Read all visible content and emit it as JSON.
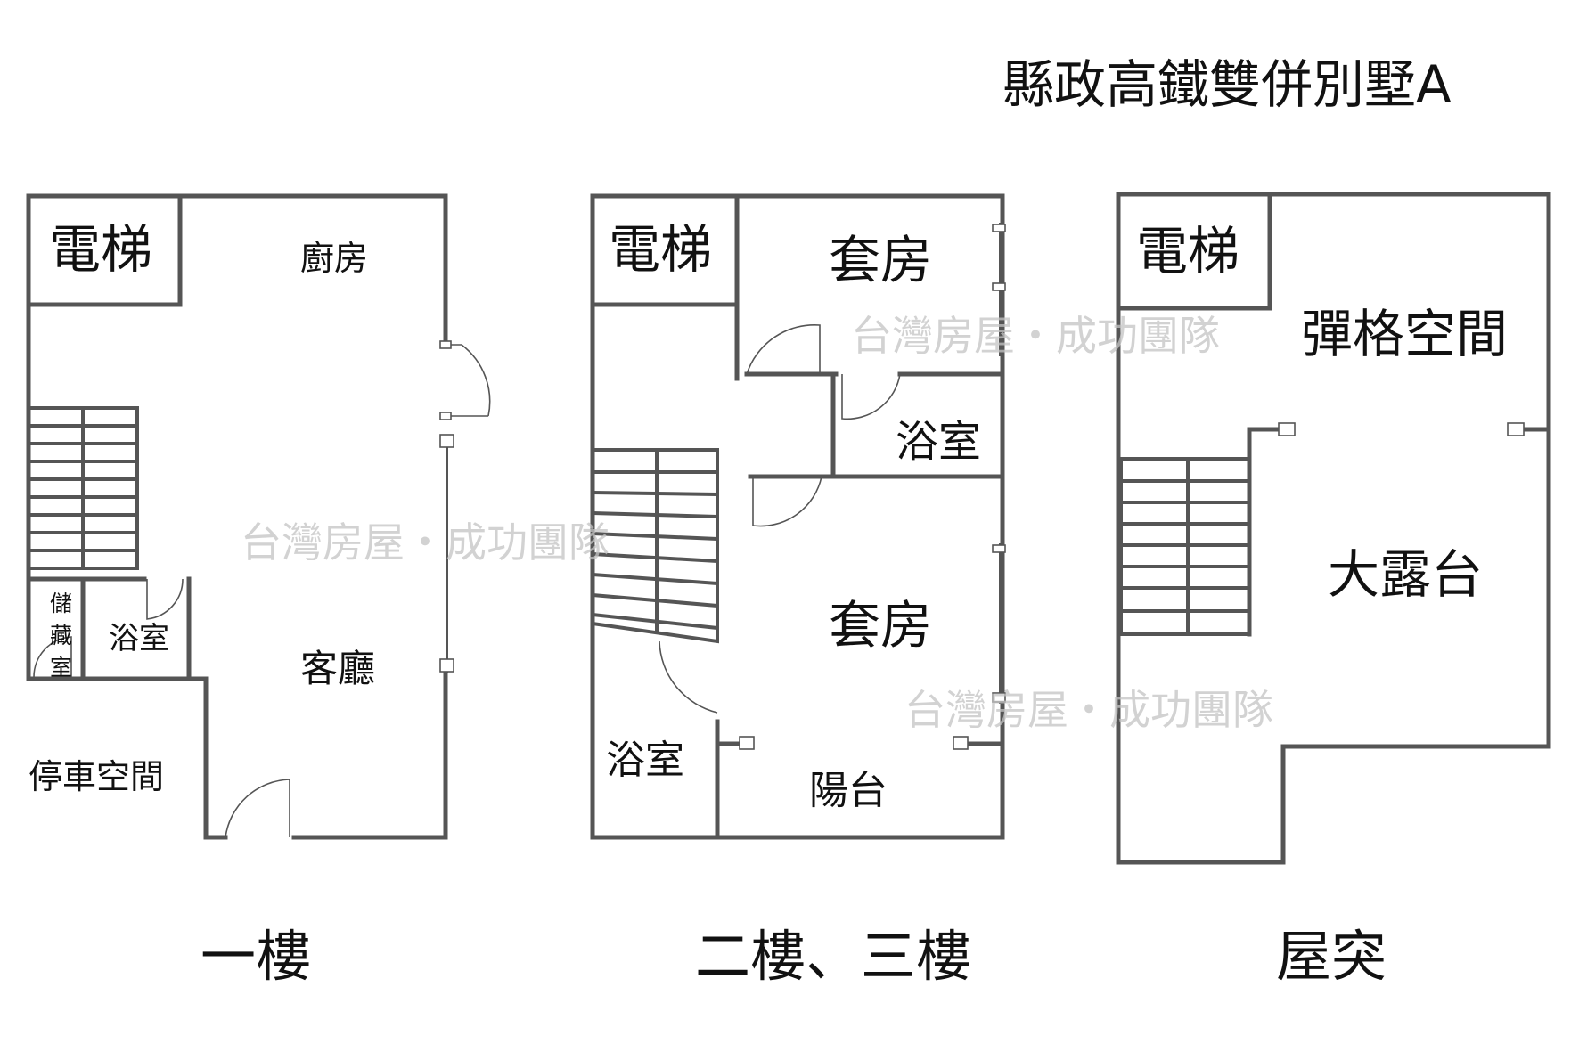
{
  "title": "縣政高鐵雙併別墅A",
  "watermark": "台灣房屋・成功團隊",
  "floor1": {
    "caption": "一樓",
    "elevator": "電梯",
    "kitchen": "廚房",
    "bathroom": "浴室",
    "storage": [
      "儲",
      "藏",
      "室"
    ],
    "living_room": "客廳",
    "parking": "停車空間"
  },
  "floor2": {
    "caption": "二樓、三樓",
    "elevator": "電梯",
    "suite_top": "套房",
    "bathroom_right": "浴室",
    "suite_main": "套房",
    "bathroom_left": "浴室",
    "balcony": "陽台"
  },
  "roof": {
    "caption": "屋突",
    "elevator": "電梯",
    "flex_space": "彈格空間",
    "terrace": "大露台"
  },
  "colors": {
    "wall": "#555555",
    "text": "#111111",
    "watermark": "#c4c4c4"
  }
}
